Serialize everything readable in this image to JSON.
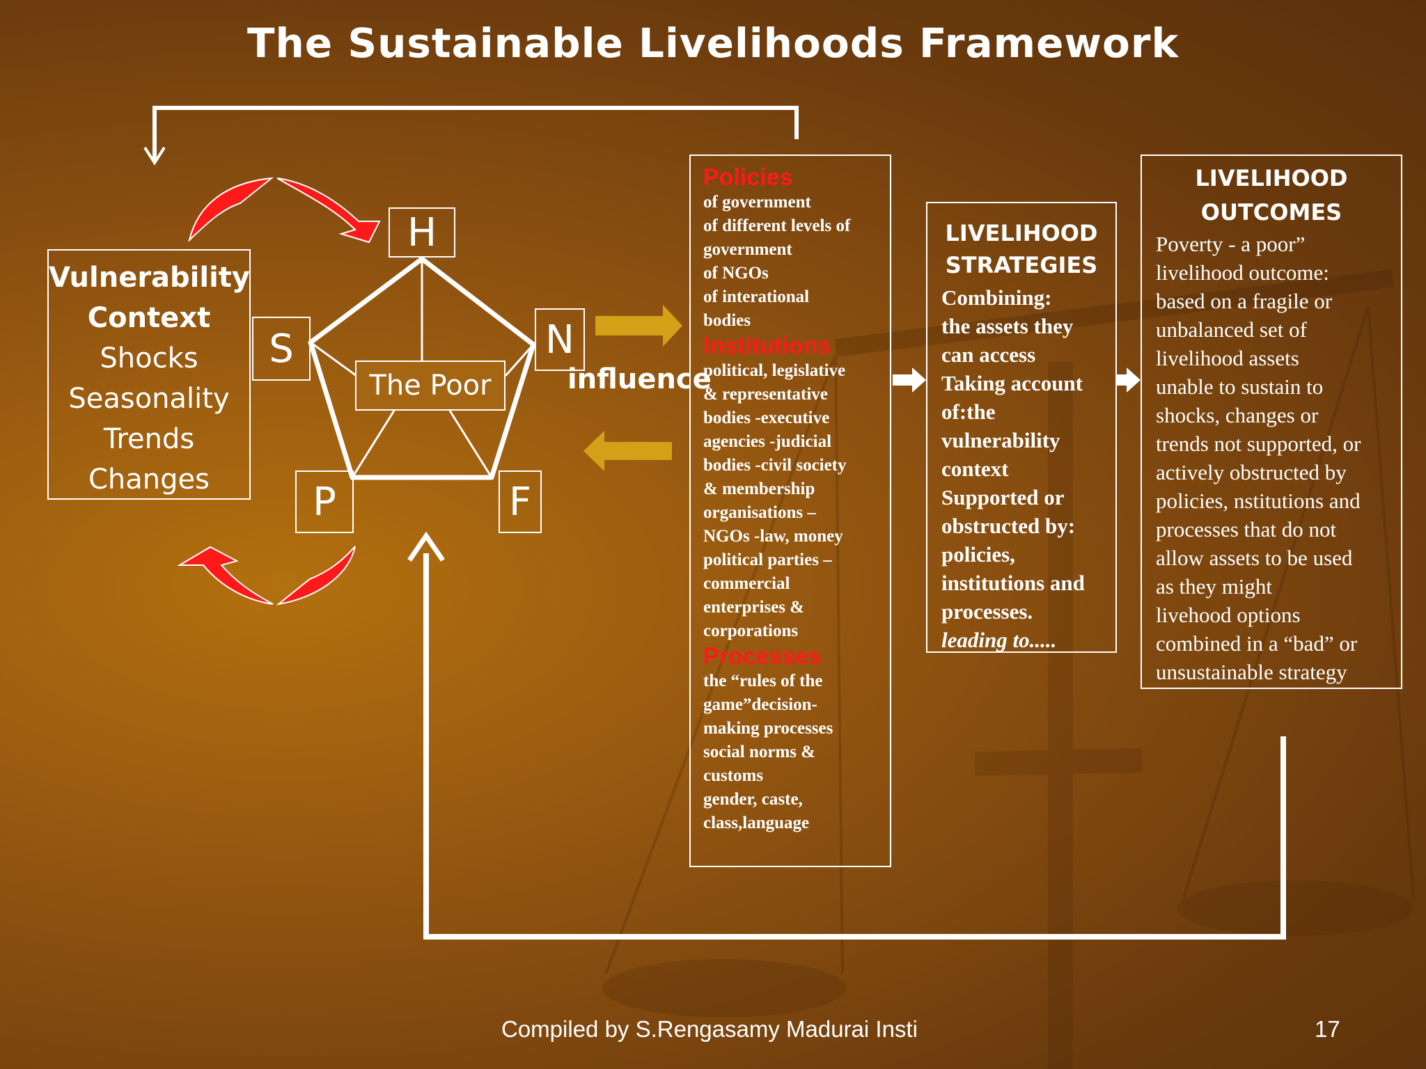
{
  "title": "The Sustainable Livelihoods Framework",
  "vulnerability": {
    "heading_line1": "Vulnerability",
    "heading_line2": "Context",
    "items": [
      "Shocks",
      "Seasonality",
      "Trends",
      "Changes"
    ]
  },
  "assets": {
    "h": "H",
    "n": "N",
    "s": "S",
    "p": "P",
    "f": "F",
    "center": "The Poor"
  },
  "influence_label": "influence",
  "pip": {
    "policies_heading": "Policies",
    "policies_lines": [
      "of government",
      "of different levels of",
      "government",
      "of NGOs",
      "of interational",
      "bodies"
    ],
    "institutions_heading": "Institutions",
    "institutions_lines": [
      "political, legislative",
      "& representative",
      "bodies -executive",
      "agencies -judicial",
      "bodies -civil society",
      "& membership",
      "organisations –",
      "NGOs -law, money",
      "political parties –",
      "commercial",
      "enterprises &",
      "corporations"
    ],
    "processes_heading": "Processes",
    "processes_lines": [
      "the “rules of the",
      "game”decision-",
      "making processes",
      "social norms &",
      "customs",
      "gender, caste,",
      "class,language"
    ]
  },
  "strategies": {
    "heading_line1": "LIVELIHOOD",
    "heading_line2": "STRATEGIES",
    "lines": [
      "Combining:",
      "the assets they",
      "can access",
      "Taking account",
      "of:the",
      "vulnerability",
      "context",
      "Supported or",
      "obstructed by:",
      "policies,",
      "institutions and",
      "processes."
    ],
    "last_line": "leading to....."
  },
  "outcomes": {
    "heading_line1": "LIVELIHOOD",
    "heading_line2": "OUTCOMES",
    "lines": [
      "Poverty  - a poor”",
      "livelihood outcome:",
      "based on a fragile or",
      "unbalanced set of",
      "livelihood assets",
      "unable to sustain to",
      "shocks, changes or",
      "trends not supported, or",
      "actively obstructed by",
      "policies, nstitutions and",
      "processes that do not",
      "allow assets to be used",
      "as they might",
      "livehood options",
      "combined in a “bad” or",
      "unsustainable strategy"
    ]
  },
  "footer": "Compiled by S.Rengasamy Madurai Insti",
  "page_number": "17",
  "colors": {
    "accent_red": "#ff1a1a",
    "arrow_gold": "#d4a017",
    "line_white": "#ffffff"
  }
}
